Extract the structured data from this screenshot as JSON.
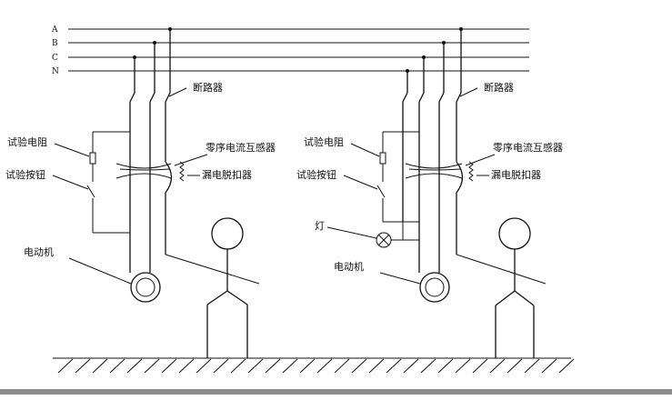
{
  "bus_lines": [
    "A",
    "B",
    "C",
    "N"
  ],
  "left": {
    "breaker": "断路器",
    "test_resistor": "试验电阻",
    "test_button": "试验按钮",
    "zero_ct": "零序电流互感器",
    "trip": "漏电脱扣器",
    "motor": "电动机"
  },
  "right": {
    "breaker": "断路器",
    "test_resistor": "试验电阻",
    "test_button": "试验按钮",
    "zero_ct": "零序电流互感器",
    "trip": "漏电脱扣器",
    "lamp": "灯",
    "motor": "电动机"
  },
  "colors": {
    "line": "#111111",
    "bottom_bar": "#8c8c8c"
  }
}
